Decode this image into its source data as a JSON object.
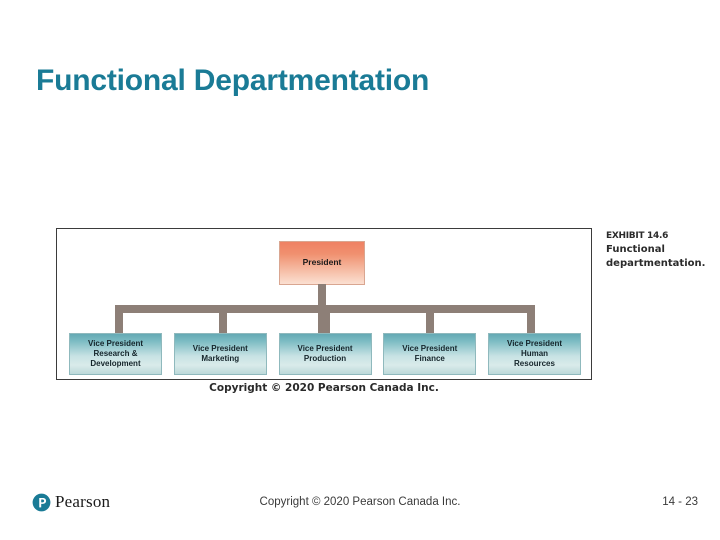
{
  "slide": {
    "title": "Functional Departmentation",
    "title_color": "#1A7B96"
  },
  "exhibit": {
    "number_label": "EXHIBIT 14.6",
    "caption_line1": "Functional",
    "caption_line2": "departmentation.",
    "figure_copyright": "Copyright © 2020 Pearson Canada Inc.",
    "colors": {
      "connector": "#8d7f77",
      "president_fill_top": "#ef8163",
      "president_fill_bottom": "#fbe0d2",
      "vp_fill_top": "#64a9b4",
      "vp_fill_mid": "#c7e2e4",
      "frame_border": "#3b3b3b"
    }
  },
  "chart_data": {
    "type": "diagram",
    "title": "Functional departmentation.",
    "root": {
      "label": "President"
    },
    "children": [
      {
        "label": "Vice President\nResearch &\nDevelopment"
      },
      {
        "label": "Vice President\nMarketing"
      },
      {
        "label": "Vice President\nProduction"
      },
      {
        "label": "Vice President\nFinance"
      },
      {
        "label": "Vice President\nHuman\nResources"
      }
    ]
  },
  "footer": {
    "brand_name": "Pearson",
    "brand_color": "#1A7B96",
    "copyright": "Copyright © 2020 Pearson Canada Inc.",
    "page_number": "14 - 23"
  }
}
